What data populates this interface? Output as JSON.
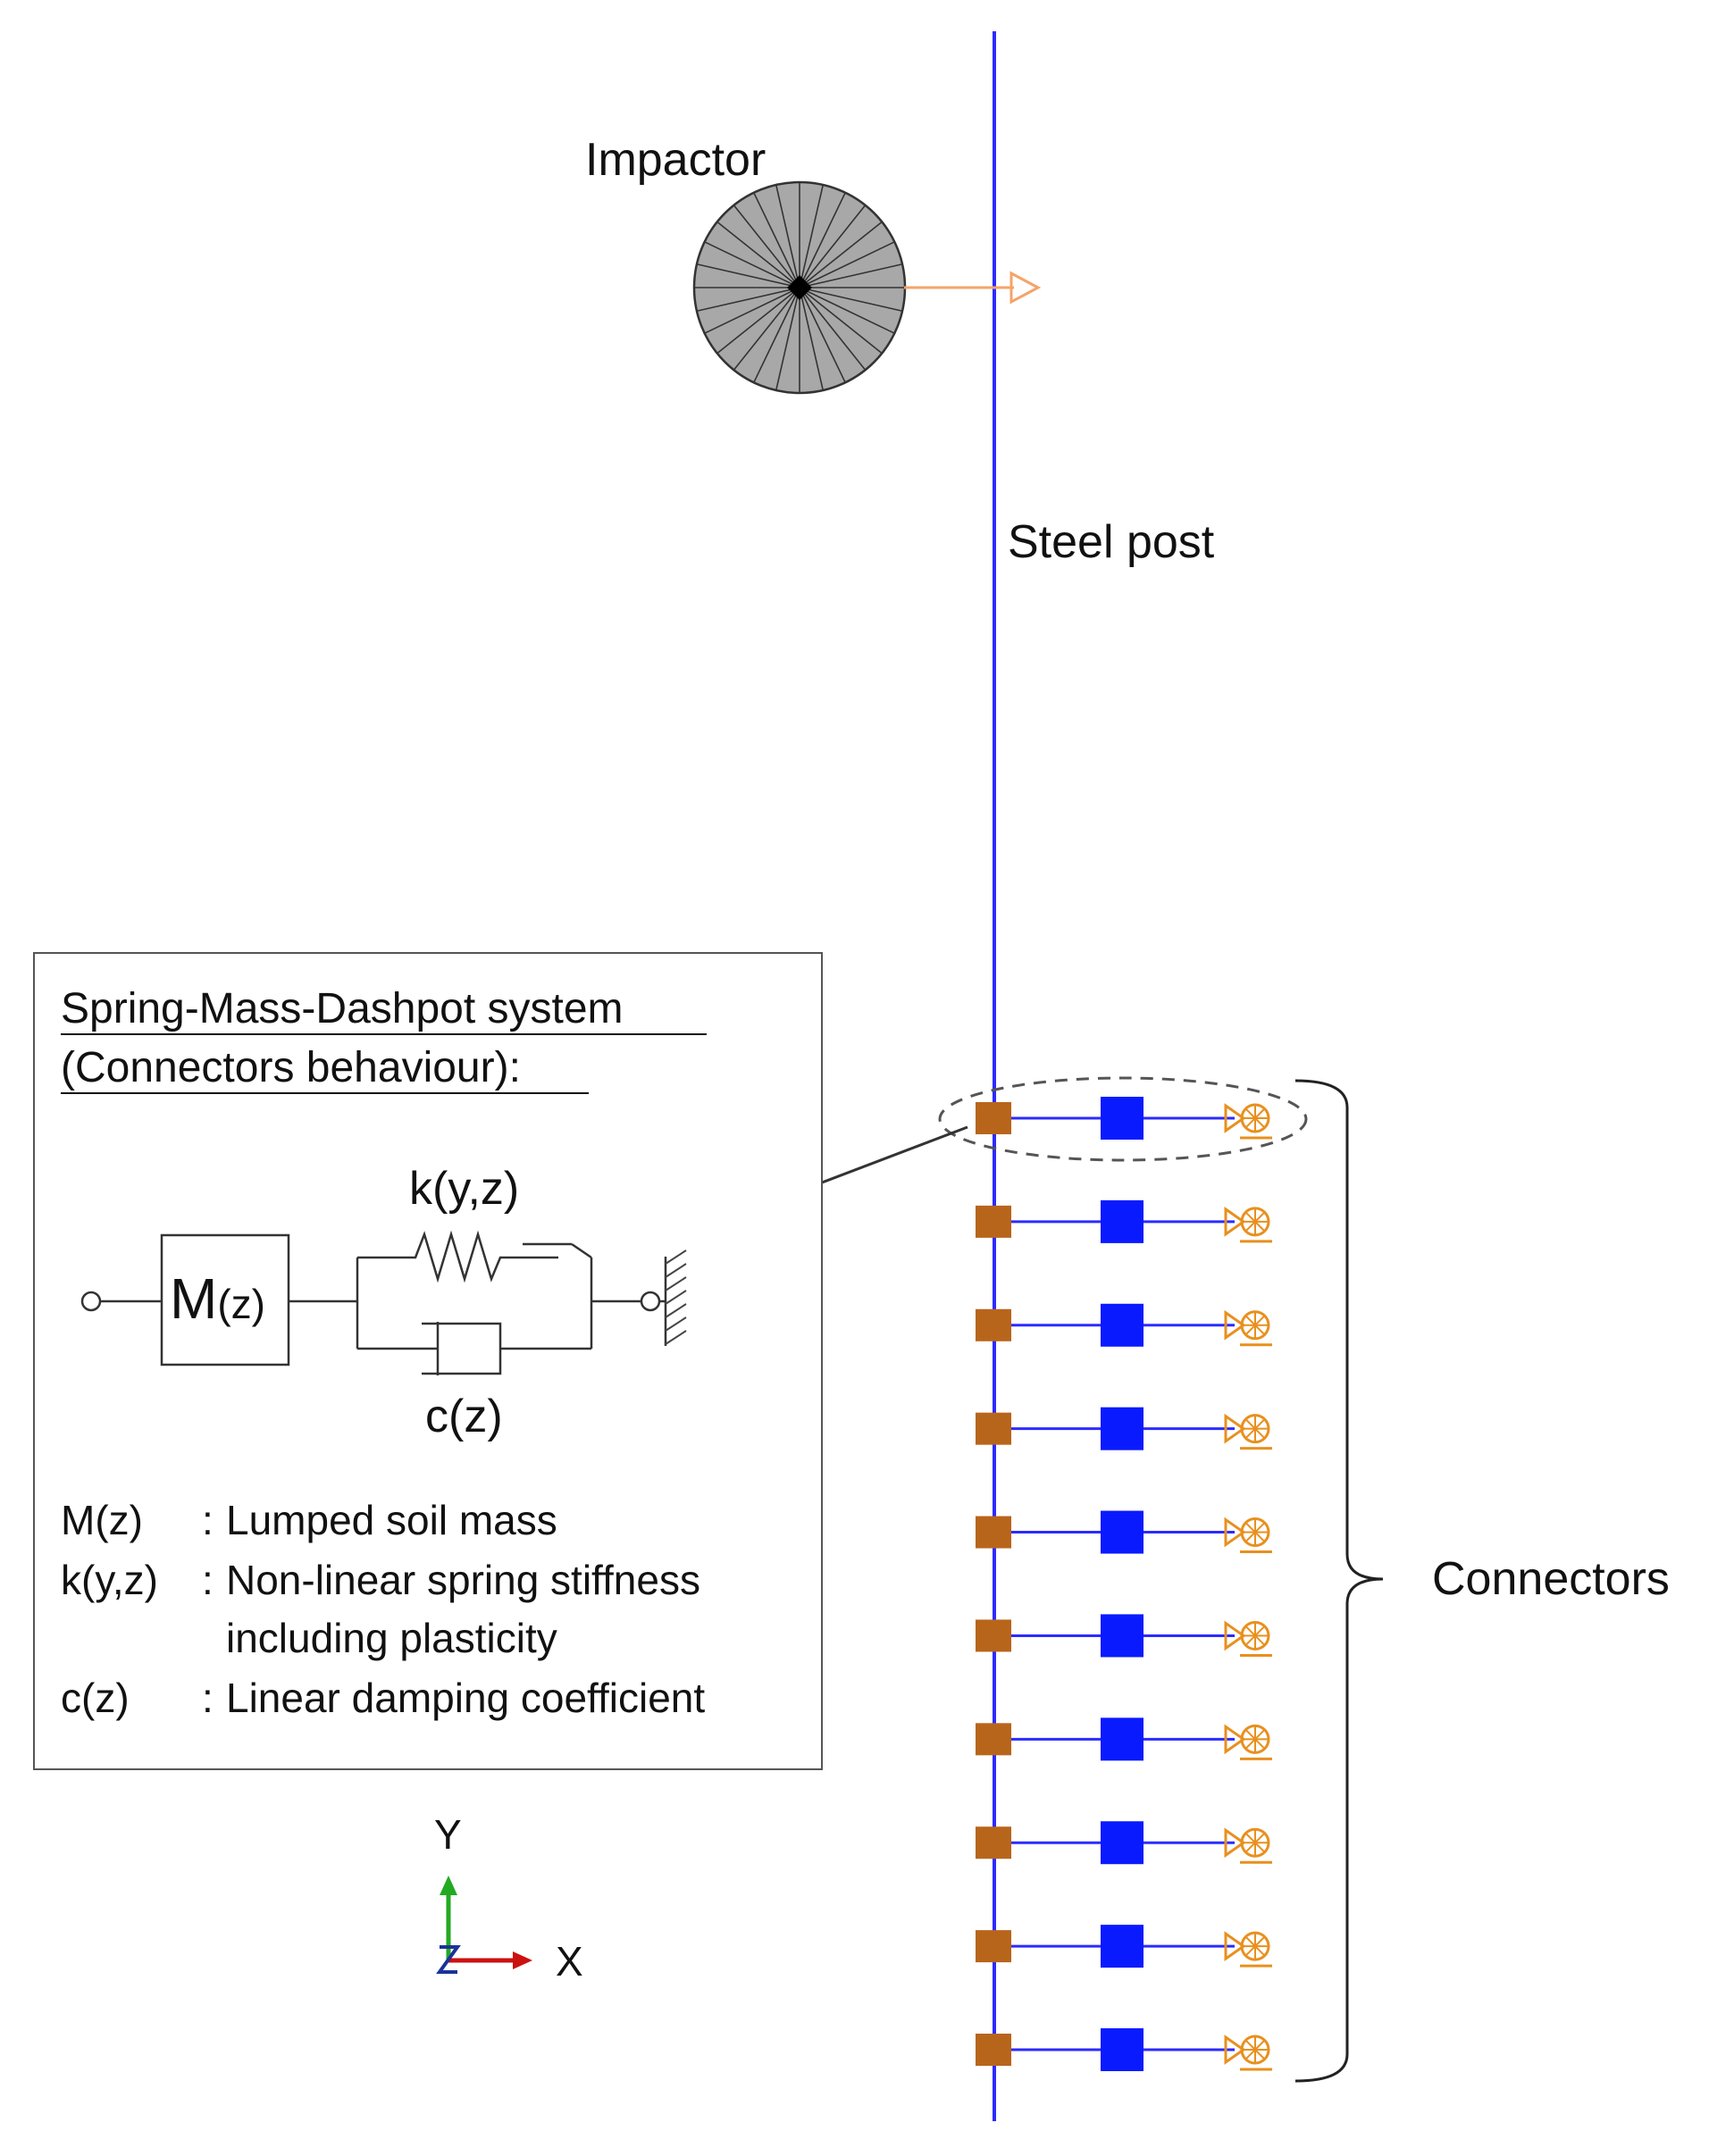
{
  "labels": {
    "impactor": "Impactor",
    "steel_post": "Steel post",
    "connectors": "Connectors"
  },
  "legend_box": {
    "title_line1": "Spring-Mass-Dashpot system",
    "title_line2": "(Connectors behaviour):",
    "spring_label": "k(y,z)",
    "mass_symbol": "M",
    "mass_arg": "(z)",
    "damper_label": "c(z)",
    "definitions": [
      {
        "symbol": "M(z)",
        "sep": ":",
        "text": "Lumped soil mass"
      },
      {
        "symbol": "k(y,z)",
        "sep": ":",
        "text": "Non-linear spring stiffness"
      },
      {
        "symbol": "",
        "sep": "",
        "text": "including plasticity"
      },
      {
        "symbol": "c(z)",
        "sep": ":",
        "text": "Linear damping coefficient"
      }
    ]
  },
  "axes": {
    "y_label": "Y",
    "x_label": "X"
  },
  "connector_count": 10,
  "colors": {
    "post": "#2b2bff",
    "mass_node": "#0a1aff",
    "anchor_node": "#b8651c",
    "ground_symbol": "#e8901e",
    "velocity_arrow": "#f4a46a",
    "impactor_fill": "#a8a8a8",
    "axis_y": "#22aa22",
    "axis_x": "#cc1111",
    "axis_z": "#1a3399"
  }
}
